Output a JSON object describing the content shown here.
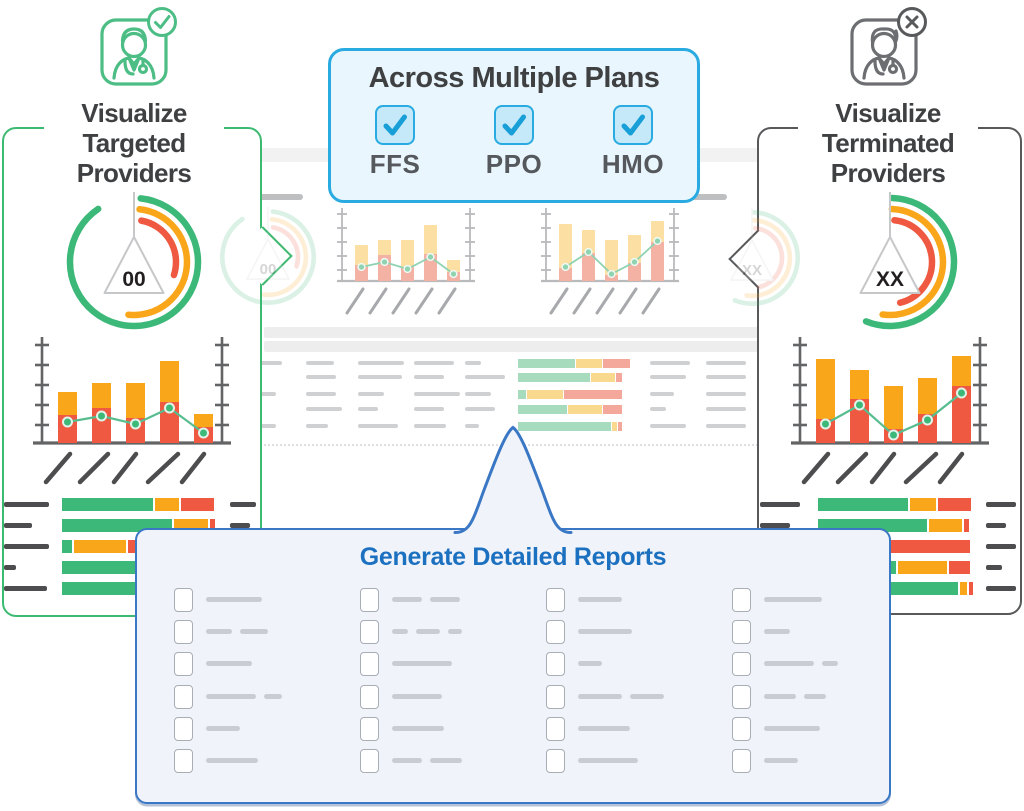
{
  "palette": {
    "green": "#3cb878",
    "red": "#ef5941",
    "amber": "#f9a61b",
    "line_green": "#57bd8f",
    "marker_ring": "#e2f3ea",
    "axis_gray": "#636466",
    "slash_dark": "#4d4d4f",
    "label_dash": "#4d4d4f",
    "pastel_red": "#f4b2a5",
    "pastel_amber": "#fbdfa3",
    "pastel_green_bar": "#a6dcbd",
    "pastel_amber_bar": "#f8d98e",
    "pastel_red_bar": "#f4a89b",
    "pastel_line": "#8fd3b1",
    "bg_axis": "#b9babc",
    "bg_slash": "#a7a9ac",
    "table_dash": "#cfd0d2",
    "band_gray": "#ededee",
    "pill_gray": "#bdbfc1",
    "cyan": "#29abe2",
    "cyan_fill": "#e9f6fd",
    "checkbox_fill": "#c5e9f8",
    "check_mark": "#189fd8",
    "gray_text": "#55585c",
    "dark_text": "#3f4042",
    "blue_border": "#3a77c4",
    "blue_title": "#1c70c0",
    "report_fill": "#f0f4fa",
    "panel_green": "#3dba71",
    "panel_gray": "#58595b",
    "triangle_gray": "#c6c7c9"
  },
  "top_callout": {
    "title": "Across Multiple Plans",
    "check_glyph": "✓",
    "options": [
      {
        "label": "FFS",
        "checked": true
      },
      {
        "label": "PPO",
        "checked": true
      },
      {
        "label": "HMO",
        "checked": true
      }
    ]
  },
  "left_panel": {
    "title_lines": [
      "Visualize",
      "Targeted",
      "Providers"
    ],
    "badge": "check",
    "gauge": {
      "value": "00",
      "arcs": [
        {
          "color": "green",
          "r": 64,
          "from": 6,
          "to": 326
        },
        {
          "color": "amber",
          "r": 53,
          "from": 6,
          "to": 186
        },
        {
          "color": "red",
          "r": 42,
          "from": 10,
          "to": 108
        }
      ]
    },
    "bar_chart": {
      "bars": [
        [
          28,
          23
        ],
        [
          35,
          25
        ],
        [
          25,
          35
        ],
        [
          41,
          41
        ],
        [
          16,
          13
        ]
      ],
      "line": [
        21,
        27,
        19,
        35,
        10
      ]
    },
    "hbars": {
      "rows": [
        {
          "label_w": 45,
          "segments": [
            [
              "green",
              91
            ],
            [
              "amber",
              24
            ],
            [
              "red",
              33
            ]
          ],
          "right_w": 26
        },
        {
          "label_w": 28,
          "segments": [
            [
              "green",
              110
            ],
            [
              "amber",
              34
            ],
            [
              "red",
              5
            ]
          ],
          "right_w": 20
        },
        {
          "label_w": 45,
          "segments": [
            [
              "green",
              10
            ],
            [
              "amber",
              52
            ],
            [
              "red",
              56
            ]
          ],
          "right_w": 26
        },
        {
          "label_w": 12,
          "segments": [
            [
              "green",
              105
            ]
          ],
          "right_w": 14
        },
        {
          "label_w": 43,
          "segments": [
            [
              "green",
              115
            ]
          ],
          "right_w": 26
        }
      ]
    }
  },
  "right_panel": {
    "title_lines": [
      "Visualize",
      "Terminated",
      "Providers"
    ],
    "badge": "x",
    "gauge": {
      "value": "XX",
      "arcs": [
        {
          "color": "green",
          "r": 64,
          "from": 2,
          "to": 202
        },
        {
          "color": "amber",
          "r": 53,
          "from": 2,
          "to": 188
        },
        {
          "color": "red",
          "r": 42,
          "from": 6,
          "to": 166
        }
      ]
    },
    "bar_chart": {
      "bars": [
        [
          24,
          60
        ],
        [
          44,
          29
        ],
        [
          14,
          43
        ],
        [
          29,
          36
        ],
        [
          57,
          30
        ]
      ],
      "line": [
        19,
        38,
        8,
        23,
        50
      ]
    },
    "hbars": {
      "rows": [
        {
          "label_w": 40,
          "segments": [
            [
              "green",
              90
            ],
            [
              "amber",
              26
            ],
            [
              "red",
              33
            ]
          ],
          "right_w": 30
        },
        {
          "label_w": 30,
          "segments": [
            [
              "green",
              109
            ],
            [
              "amber",
              33
            ],
            [
              "red",
              5
            ]
          ],
          "right_w": 20
        },
        {
          "label_w": 40,
          "segments": [
            [
              "red",
              152
            ]
          ],
          "right_w": 30
        },
        {
          "label_w": 14,
          "segments": [
            [
              "green",
              78
            ],
            [
              "amber",
              49
            ],
            [
              "red",
              21
            ]
          ],
          "right_w": 16
        },
        {
          "label_w": 40,
          "segments": [
            [
              "green",
              140
            ],
            [
              "amber",
              7
            ],
            [
              "red",
              4
            ]
          ],
          "right_w": 30
        }
      ]
    }
  },
  "dashboard": {
    "charts": [
      {
        "bars": [
          [
            16,
            20
          ],
          [
            26,
            15
          ],
          [
            14,
            27
          ],
          [
            27,
            29
          ],
          [
            9,
            12
          ]
        ],
        "line": [
          14,
          19,
          12,
          24,
          7
        ]
      },
      {
        "bars": [
          [
            13,
            44
          ],
          [
            28,
            23
          ],
          [
            6,
            35
          ],
          [
            18,
            28
          ],
          [
            39,
            21
          ]
        ],
        "line": [
          14,
          29,
          7,
          19,
          40
        ]
      }
    ],
    "table": {
      "rows": [
        {
          "dashes": [
            46,
            28,
            46,
            40,
            16
          ],
          "bar": [
            [
              "green",
              57
            ],
            [
              "amber",
              26
            ],
            [
              "red",
              27
            ]
          ],
          "right": [
            40,
            40
          ]
        },
        {
          "dashes": [
            20,
            30,
            44,
            30,
            40
          ],
          "bar": [
            [
              "green",
              72
            ],
            [
              "amber",
              24
            ],
            [
              "red",
              6
            ]
          ],
          "right": [
            36,
            40
          ]
        },
        {
          "dashes": [
            40,
            30,
            26,
            46,
            26
          ],
          "bar": [
            [
              "green",
              8
            ],
            [
              "amber",
              36
            ],
            [
              "red",
              58
            ]
          ],
          "right": [
            24,
            40
          ]
        },
        {
          "dashes": [
            0,
            36,
            20,
            30,
            30
          ],
          "bar": [
            [
              "green",
              49
            ],
            [
              "amber",
              34
            ],
            [
              "red",
              19
            ]
          ],
          "right": [
            16,
            40
          ]
        },
        {
          "dashes": [
            40,
            22,
            40,
            32,
            14
          ],
          "bar": [
            [
              "green",
              93
            ],
            [
              "amber",
              5
            ],
            [
              "red",
              4
            ]
          ],
          "right": [
            36,
            40
          ]
        }
      ]
    }
  },
  "report_callout": {
    "title": "Generate Detailed Reports",
    "columns": [
      [
        [
          56
        ],
        [
          26,
          28
        ],
        [
          46
        ],
        [
          50,
          18
        ],
        [
          34
        ],
        [
          52
        ]
      ],
      [
        [
          30,
          30
        ],
        [
          16,
          24,
          14
        ],
        [
          60
        ],
        [
          50
        ],
        [
          52
        ],
        [
          30,
          32
        ]
      ],
      [
        [
          44
        ],
        [
          54
        ],
        [
          24
        ],
        [
          44,
          34
        ],
        [
          52
        ],
        [
          60
        ]
      ],
      [
        [
          58
        ],
        [
          26
        ],
        [
          50,
          16
        ],
        [
          32,
          22
        ],
        [
          56
        ],
        [
          34
        ]
      ]
    ]
  }
}
